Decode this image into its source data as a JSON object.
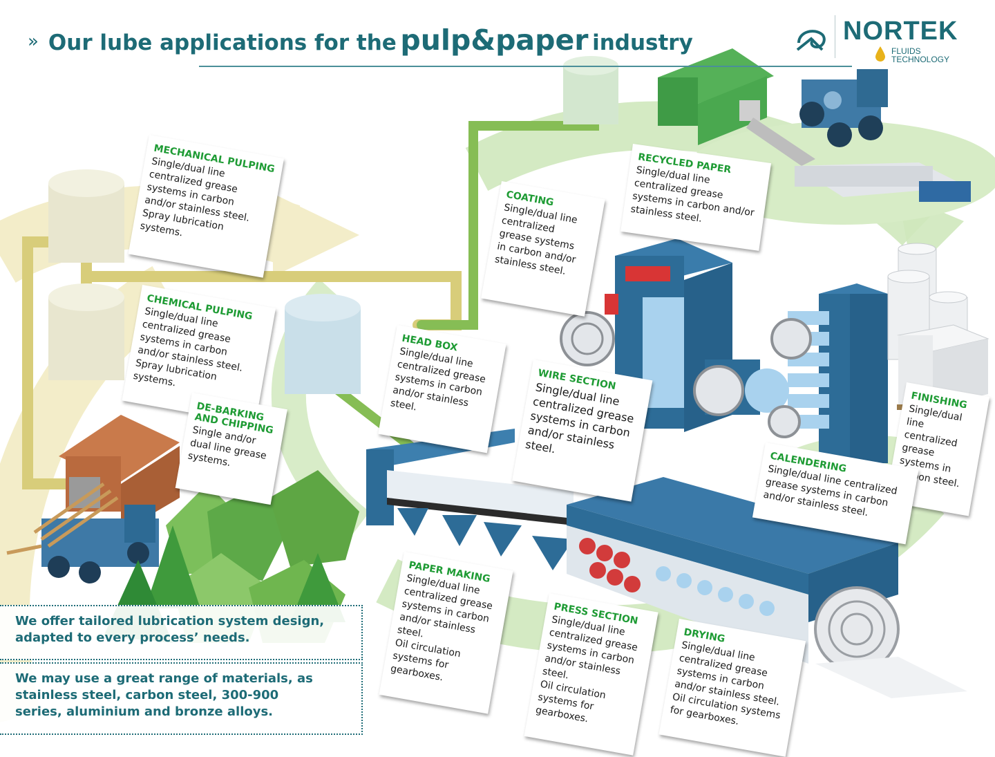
{
  "header": {
    "chevron": "»",
    "title_part1": "Our lube applications for the",
    "title_highlight": "pulp&paper",
    "title_part2": "industry"
  },
  "logo": {
    "brand": "NORTEK",
    "tagline_line1": "FLUIDS",
    "tagline_line2": "TECHNOLOGY",
    "accent_color": "#e8b21a"
  },
  "colors": {
    "brand": "#1d6b76",
    "label_green": "#1e9b34",
    "machine_blue": "#2d6c97",
    "roll_light": "#a9d2ee",
    "pipe_green": "#86bd55",
    "pipe_yellow": "#d8cd7a",
    "arrow_green": "#b4d99a"
  },
  "sections": [
    {
      "id": "mechanical-pulping",
      "title": "MECHANICAL PULPING",
      "body": "Single/dual line\ncentralized grease\nsystems in carbon\nand/or stainless steel.\nSpray lubrication\nsystems."
    },
    {
      "id": "chemical-pulping",
      "title": "CHEMICAL PULPING",
      "body": "Single/dual line\ncentralized grease\nsystems in carbon\nand/or stainless steel.\nSpray lubrication\nsystems."
    },
    {
      "id": "de-barking",
      "title": "DE-BARKING\nAND CHIPPING",
      "body": "Single and/or\ndual line grease\nsystems."
    },
    {
      "id": "head-box",
      "title": "HEAD BOX",
      "body": "Single/dual line\ncentralized grease\nsystems in carbon\nand/or stainless\nsteel."
    },
    {
      "id": "coating",
      "title": "COATING",
      "body": "Single/dual line\ncentralized\ngrease systems\nin carbon and/or\nstainless steel."
    },
    {
      "id": "recycled-paper",
      "title": "RECYCLED PAPER",
      "body": "Single/dual line\ncentralized grease\nsystems in carbon and/or\nstainless steel."
    },
    {
      "id": "wire-section",
      "title": "WIRE SECTION",
      "body": "Single/dual line\ncentralized grease\nsystems in carbon\nand/or stainless\nsteel."
    },
    {
      "id": "finishing",
      "title": "FINISHING",
      "body": "Single/dual\nline\ncentralized\ngrease\nsystems in\ncarbon steel."
    },
    {
      "id": "calendering",
      "title": "CALENDERING",
      "body": "Single/dual line centralized\ngrease systems in carbon\nand/or stainless steel."
    },
    {
      "id": "paper-making",
      "title": "PAPER MAKING",
      "body": "Single/dual line\ncentralized grease\nsystems in carbon\nand/or stainless\nsteel.\nOil circulation\nsystems for\ngearboxes."
    },
    {
      "id": "press-section",
      "title": "PRESS SECTION",
      "body": "Single/dual line\ncentralized grease\nsystems in carbon\nand/or stainless\nsteel.\nOil circulation\nsystems for\ngearboxes."
    },
    {
      "id": "drying",
      "title": "DRYING",
      "body": "Single/dual line\ncentralized grease\nsystems in carbon\nand/or stainless steel.\nOil circulation systems\nfor gearboxes."
    }
  ],
  "notes": [
    "We offer tailored lubrication system design,\nadapted to every process’ needs.",
    "We may use a great range of materials, as\nstainless steel, carbon steel, 300-900\nseries, aluminium and bronze alloys."
  ]
}
